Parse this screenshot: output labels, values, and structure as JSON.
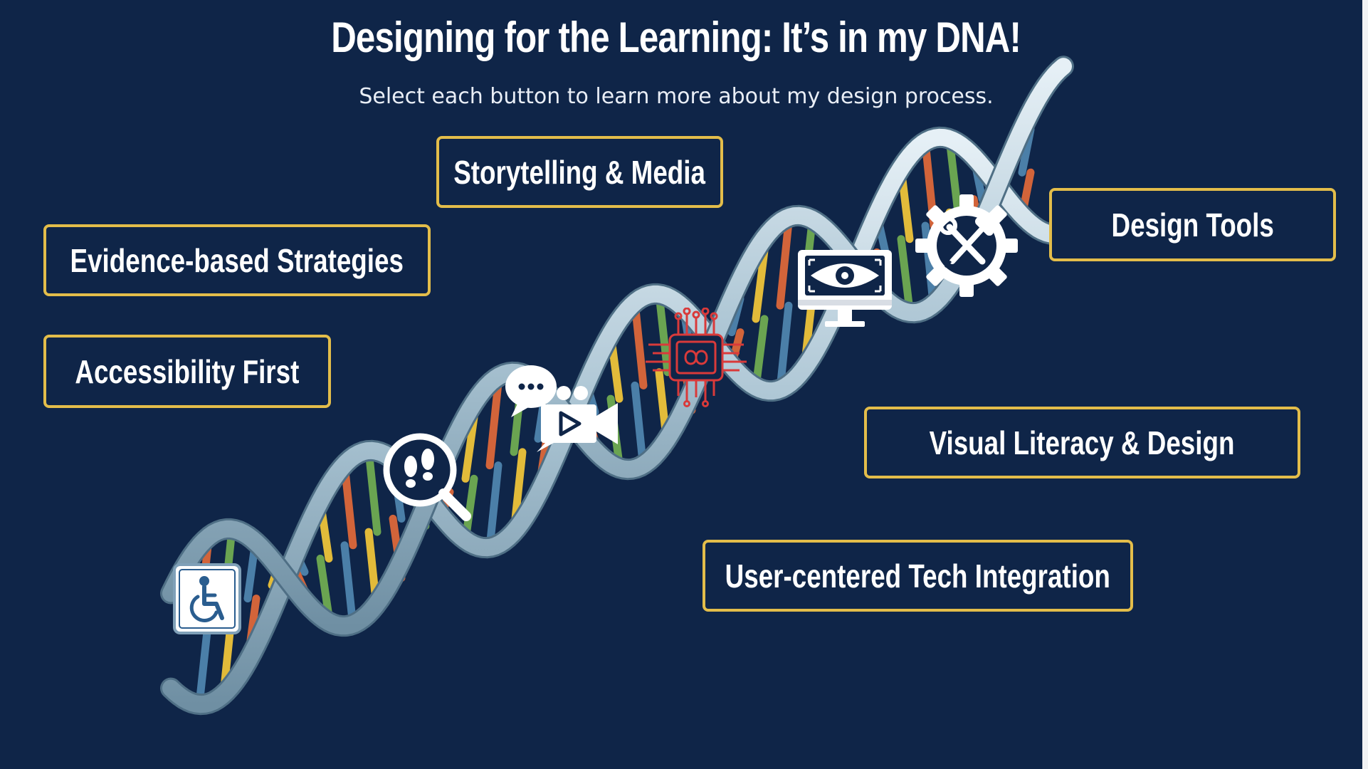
{
  "header": {
    "title": "Designing for the Learning: It’s in my DNA!",
    "subtitle": "Select each button to learn more about my design process."
  },
  "buttons": [
    {
      "id": "storytelling",
      "label": "Storytelling & Media"
    },
    {
      "id": "evidence",
      "label": "Evidence-based Strategies"
    },
    {
      "id": "accessibility",
      "label": "Accessibility First"
    },
    {
      "id": "design-tools",
      "label": "Design Tools"
    },
    {
      "id": "visual-literacy",
      "label": "Visual Literacy & Design"
    },
    {
      "id": "user-centered",
      "label": "User-centered Tech Integration"
    }
  ],
  "icons": [
    "wheelchair-icon",
    "footprints-magnifier-icon",
    "chat-video-camera-icon",
    "ai-chip-icon",
    "eye-monitor-icon",
    "gear-tools-icon"
  ],
  "colors": {
    "background": "#0f2548",
    "button_border": "#e3bd4a",
    "text": "#ffffff",
    "helix_backbone": "#a9c3d2",
    "base_blue": "#4b7fa8",
    "base_yellow": "#e2bb3a",
    "base_orange": "#d2643a",
    "base_green": "#6aa451",
    "chip_red": "#d93a3a"
  }
}
